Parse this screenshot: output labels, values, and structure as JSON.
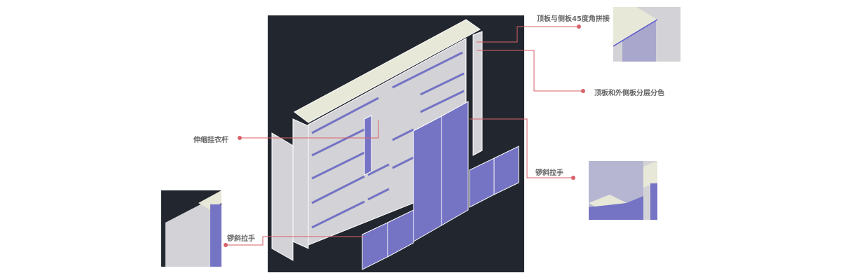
{
  "callouts": {
    "miter_joint": "顶板与侧板45度角拼接",
    "layered_color": "顶板和外侧板分层分色",
    "hanging_rod": "伸缩挂衣杆",
    "bevel_handle_right": "锣斜拉手",
    "bevel_handle_left": "锣斜拉手"
  },
  "colors": {
    "background_panel": "#22272f",
    "top_board": "#e8e8d8",
    "side_board": "#d3d3d7",
    "door": "#7473c4",
    "callout": "#d9606a"
  }
}
